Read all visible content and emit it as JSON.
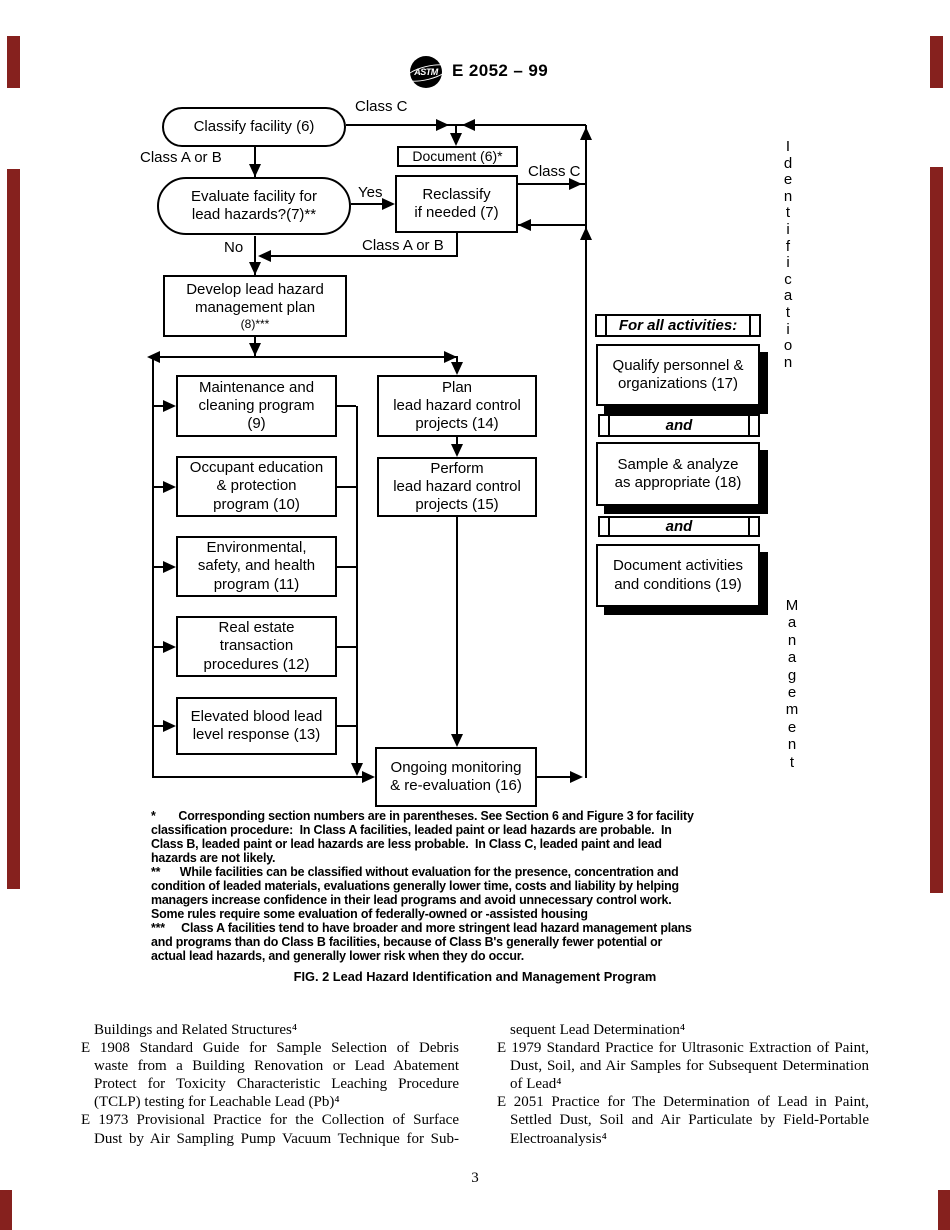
{
  "header": {
    "logo_text": "ASTM",
    "code": "E 2052 – 99"
  },
  "colors": {
    "scan_mark": "#86211e"
  },
  "flowchart": {
    "nodes": {
      "classify": "Classify facility (6)",
      "document": "Document (6)*",
      "evaluate": "Evaluate facility for\nlead hazards?(7)**",
      "reclassify": "Reclassify\nif needed (7)",
      "develop_main": "Develop lead hazard\nmanagement plan",
      "develop_sub": "(8)***",
      "maintenance": "Maintenance and\ncleaning program\n(9)",
      "occupant": "Occupant education\n& protection\nprogram (10)",
      "environmental": "Environmental,\nsafety, and health\nprogram (11)",
      "realestate": "Real estate\ntransaction\nprocedures (12)",
      "blood": "Elevated blood lead\nlevel response (13)",
      "plan": "Plan\nlead hazard control\nprojects (14)",
      "perform": "Perform\nlead hazard control\nprojects (15)",
      "ongoing": "Ongoing monitoring\n& re-evaluation (16)"
    },
    "labels": {
      "class_c_top": "Class C",
      "class_ab_left": "Class A or B",
      "yes": "Yes",
      "class_c_right": "Class C",
      "no": "No",
      "class_ab_mid": "Class A or B"
    },
    "right_column": {
      "header": "For all activities:",
      "qualify": "Qualify personnel &\norganizations (17)",
      "and1": "and",
      "sample": "Sample & analyze\nas appropriate (18)",
      "and2": "and",
      "document_act": "Document activities\nand conditions (19)"
    },
    "side": {
      "identification": "Identification",
      "management": "Management"
    }
  },
  "footnotes": {
    "lines": [
      "*       Corresponding section numbers are in parentheses. See Section 6 and Figure 3 for facility",
      "classification procedure:  In Class A facilities, leaded paint or lead hazards are probable.  In",
      "Class B, leaded paint or lead hazards are less probable.  In Class C, leaded paint and lead",
      "hazards are not likely.",
      "**      While facilities can be classified without evaluation for the presence, concentration and",
      "condition of leaded materials, evaluations generally lower time, costs and liability by helping",
      "managers increase confidence in their lead programs and avoid unnecessary control work.",
      "Some rules require some evaluation of federally-owned or -assisted housing",
      "***     Class A facilities tend to have broader and more stringent lead hazard management plans",
      "and programs than do Class B facilities, because of Class B's generally fewer potential or",
      "actual lead hazards, and generally lower risk when they do occur."
    ]
  },
  "caption": "FIG. 2 Lead Hazard Identification and Management Program",
  "references": {
    "left": [
      "Buildings and Related Structures⁴",
      "E 1908 Standard Guide for Sample Selection of Debris",
      "waste from a Building Renovation or Lead Abatement",
      "Protect for Toxicity Characteristic Leaching Procedure",
      "(TCLP) testing for Leachable Lead (Pb)⁴",
      "E 1973 Provisional Practice for the Collection of Surface",
      "Dust by Air Sampling Pump Vacuum Technique for Sub-"
    ],
    "right": [
      "sequent Lead Determination⁴",
      "E 1979 Standard Practice for Ultrasonic Extraction of Paint,",
      "Dust, Soil, and Air Samples for Subsequent Determination",
      "of Lead⁴",
      "E 2051 Practice for The Determination of Lead in Paint,",
      "Settled Dust, Soil and Air Particulate by Field-Portable",
      "Electroanalysis⁴"
    ]
  },
  "page": {
    "number": "3"
  }
}
